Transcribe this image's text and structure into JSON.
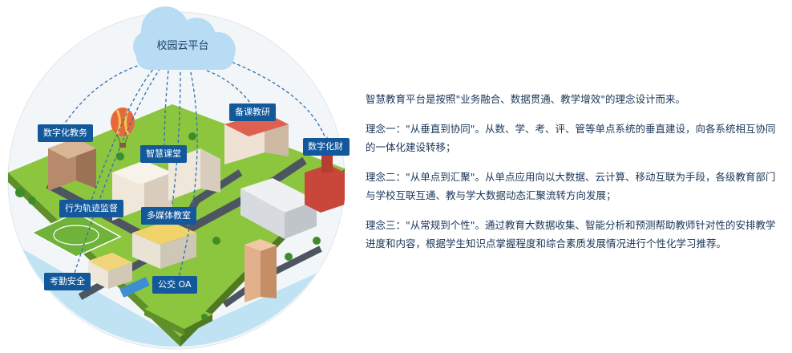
{
  "cloud": {
    "label": "校园云平台"
  },
  "tags": {
    "digital_admin": "数字化教务",
    "smart_class": "智慧课堂",
    "lesson_research": "备课教研",
    "digital_finance": "数字化财",
    "behavior_monitor": "行为轨迹监督",
    "multimedia": "多媒体教室",
    "attendance": "考勤安全",
    "bus_oa": "公交 OA"
  },
  "text": {
    "intro": "智慧教育平台是按照\"业务融合、数据贯通、教学增效\"的理念设计而来。",
    "concept1": "理念一：\"从垂直到协同\"。从数、学、考、评、管等单点系统的垂直建设，向各系统相互协同的一体化建设转移；",
    "concept2": "理念二：\"从单点到汇聚\"。从单点应用向以大数据、云计算、移动互联为手段，各级教育部门与学校互联互通、教与学大数据动态汇聚流转方向发展；",
    "concept3": "理念三：\"从常规到个性\"。通过教育大数据收集、智能分析和预测帮助教师针对性的安排教学进度和内容，根据学生知识点掌握程度和综合素质发展情况进行个性化学习推荐。"
  },
  "colors": {
    "tag_bg": "#13589a",
    "cloud": "#b7dcf4",
    "grass": "#8cc63f",
    "text": "#1a3557"
  }
}
